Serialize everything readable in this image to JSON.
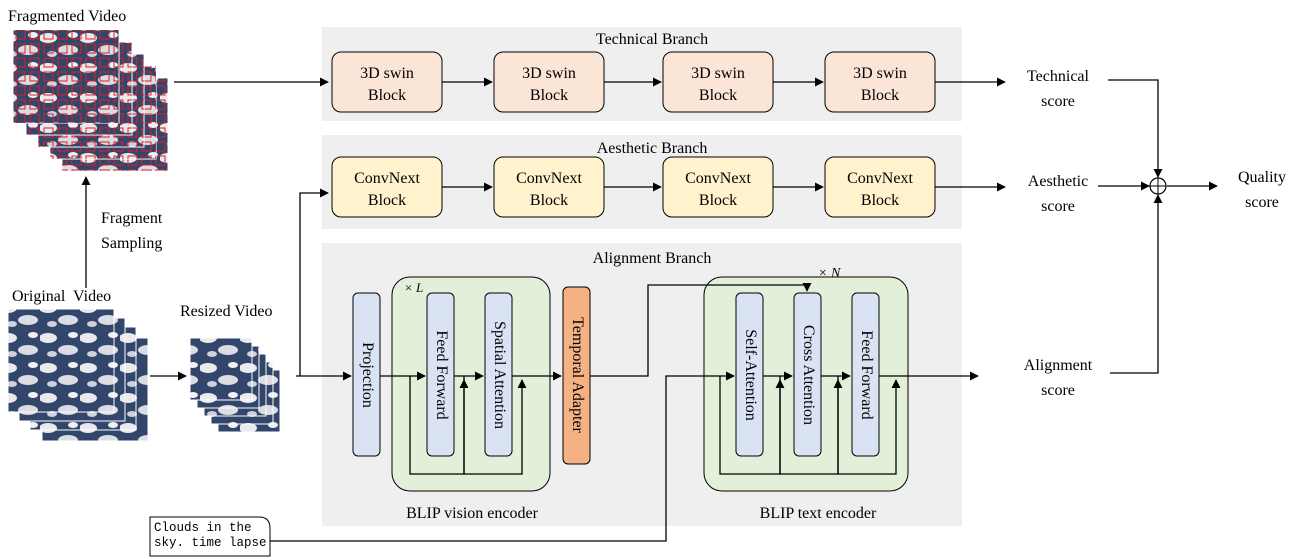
{
  "inputs": {
    "fragmented_video": "Fragmented Video",
    "fragment_sampling": [
      "Fragment",
      "Sampling"
    ],
    "original_video": "Original  Video",
    "resized_video": "Resized Video",
    "prompt_lines": [
      "Clouds in the",
      "sky. time lapse"
    ]
  },
  "branches": {
    "technical": {
      "title": "Technical Branch",
      "blocks": [
        [
          "3D swin",
          "Block"
        ],
        [
          "3D swin",
          "Block"
        ],
        [
          "3D swin",
          "Block"
        ],
        [
          "3D swin",
          "Block"
        ]
      ]
    },
    "aesthetic": {
      "title": "Aesthetic Branch",
      "blocks": [
        [
          "ConvNext",
          "Block"
        ],
        [
          "ConvNext",
          "Block"
        ],
        [
          "ConvNext",
          "Block"
        ],
        [
          "ConvNext",
          "Block"
        ]
      ]
    },
    "alignment": {
      "title": "Alignment Branch",
      "vision_encoder": {
        "label": "BLIP vision encoder",
        "repeat": "× L",
        "projection": "Projection",
        "feed_forward": "Feed Forward",
        "spatial_attention": "Spatial Attention",
        "temporal_adapter": "Temporal Adapter"
      },
      "text_encoder": {
        "label": "BLIP text encoder",
        "repeat": "× N",
        "self_attention": "Self-Attention",
        "cross_attention": "Cross Attention",
        "feed_forward": "Feed Forward"
      }
    }
  },
  "outputs": {
    "technical_score": [
      "Technical",
      "score"
    ],
    "aesthetic_score": [
      "Aesthetic",
      "score"
    ],
    "alignment_score": [
      "Alignment",
      "score"
    ],
    "quality_score": [
      "Quality",
      "score"
    ]
  },
  "colors": {
    "panel": "#efefef",
    "swin_block": "#fbe5d6",
    "convnext_block": "#fff2cc",
    "encoder_bg": "#e2f0d9",
    "layer_block": "#dae3f3",
    "temporal_adapter": "#f4b183",
    "fragment_red": "#e02020",
    "sky": "#32456b",
    "cloud": "#e9e9ee"
  },
  "icons": {
    "sum": "circled-plus-icon",
    "frames": "video-frames-icon"
  }
}
